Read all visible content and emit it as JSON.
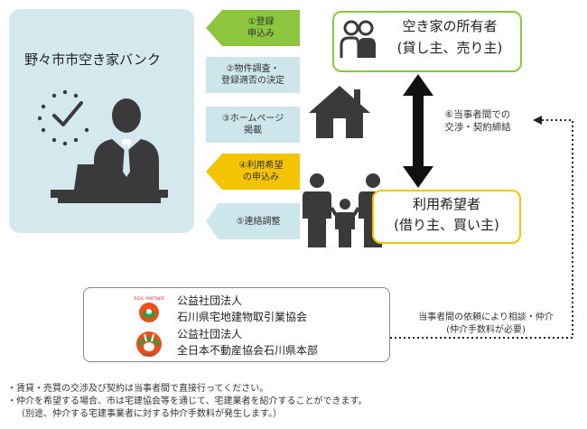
{
  "bank": {
    "name": "野々市市空き家バンク"
  },
  "steps": [
    {
      "label": "①登録\n申込み",
      "color": "#8cc63f"
    },
    {
      "label": "②物件調査・\n登録適否の決定",
      "color": "#cde6ec"
    },
    {
      "label": "③ホームページ\n掲載",
      "color": "#cde6ec"
    },
    {
      "label": "④利用希望\nの申込み",
      "color": "#f5c400"
    },
    {
      "label": "⑤連絡調整",
      "color": "#cde6ec"
    }
  ],
  "owner": {
    "title": "空き家の所有者",
    "subtitle": "(貸し主、売り主)",
    "border_color": "#8cc63f"
  },
  "user": {
    "title": "利用希望者",
    "subtitle": "(借り主、買い主)",
    "border_color": "#f5c400"
  },
  "negotiation": {
    "line1": "⑥当事者間での",
    "line2": "交渉・契約締結"
  },
  "associations": {
    "a1_line1": "公益社団法人",
    "a1_line2": "石川県宅地建物取引業協会",
    "a2_line1": "公益社団法人",
    "a2_line2": "全日本不動産協会石川県本部",
    "logo1_text": "REAL PARTNER",
    "logo2_text": "RABBIT"
  },
  "mediation": {
    "line1": "当事者間の依頼により相談・仲介",
    "line2": "(仲介手数料が必要)"
  },
  "notes": [
    "・賃貸・売買の交渉及び契約は当事者間で直接行ってください。",
    "・仲介を希望する場合、市は宅建協会等を通じて、宅建業者を紹介することができます。",
    "（別途、仲介する宅建事業者に対する仲介手数料が発生します。）"
  ],
  "icons": {
    "businessman": "businessman-at-desk-icon",
    "clock": "clock-check-icon",
    "house": "house-icon",
    "owner": "two-people-icon",
    "family": "family-icon",
    "logo1": "real-partner-logo",
    "logo2": "rabbit-logo"
  }
}
